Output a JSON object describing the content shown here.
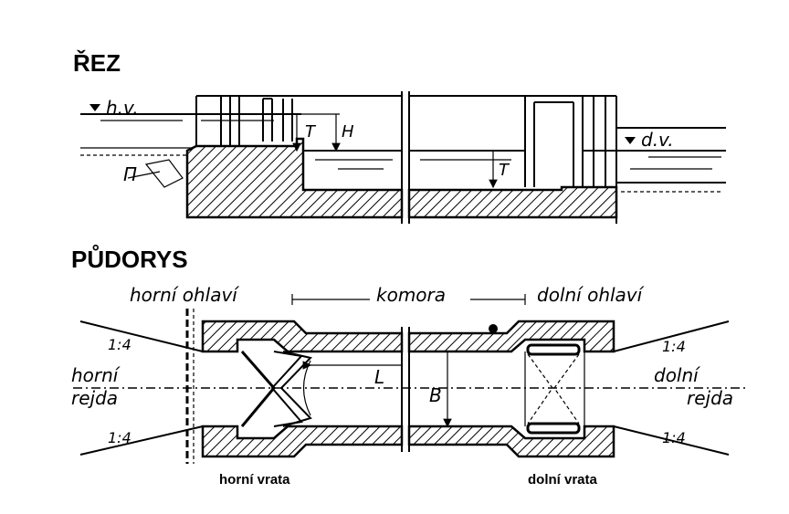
{
  "section": {
    "title": "ŘEZ",
    "upper_water_label": "h.v.",
    "lower_water_label": "d.v.",
    "dim_T_upper": "T",
    "dim_H": "H",
    "dim_T_lower": "T",
    "marker": "Π"
  },
  "plan": {
    "title": "PŮDORYS",
    "upper_head_label": "horní ohlaví",
    "chamber_label": "komora",
    "lower_head_label": "dolní ohlaví",
    "upper_roadstead_1": "horní",
    "upper_roadstead_2": "rejda",
    "lower_roadstead_1": "dolní",
    "lower_roadstead_2": "rejda",
    "slope_ul": "1:4",
    "slope_ll": "1:4",
    "slope_ur": "1:4",
    "slope_lr": "1:4",
    "dim_L": "L",
    "dim_B": "B",
    "upper_gate_label": "horní vrata",
    "lower_gate_label": "dolní vrata"
  }
}
